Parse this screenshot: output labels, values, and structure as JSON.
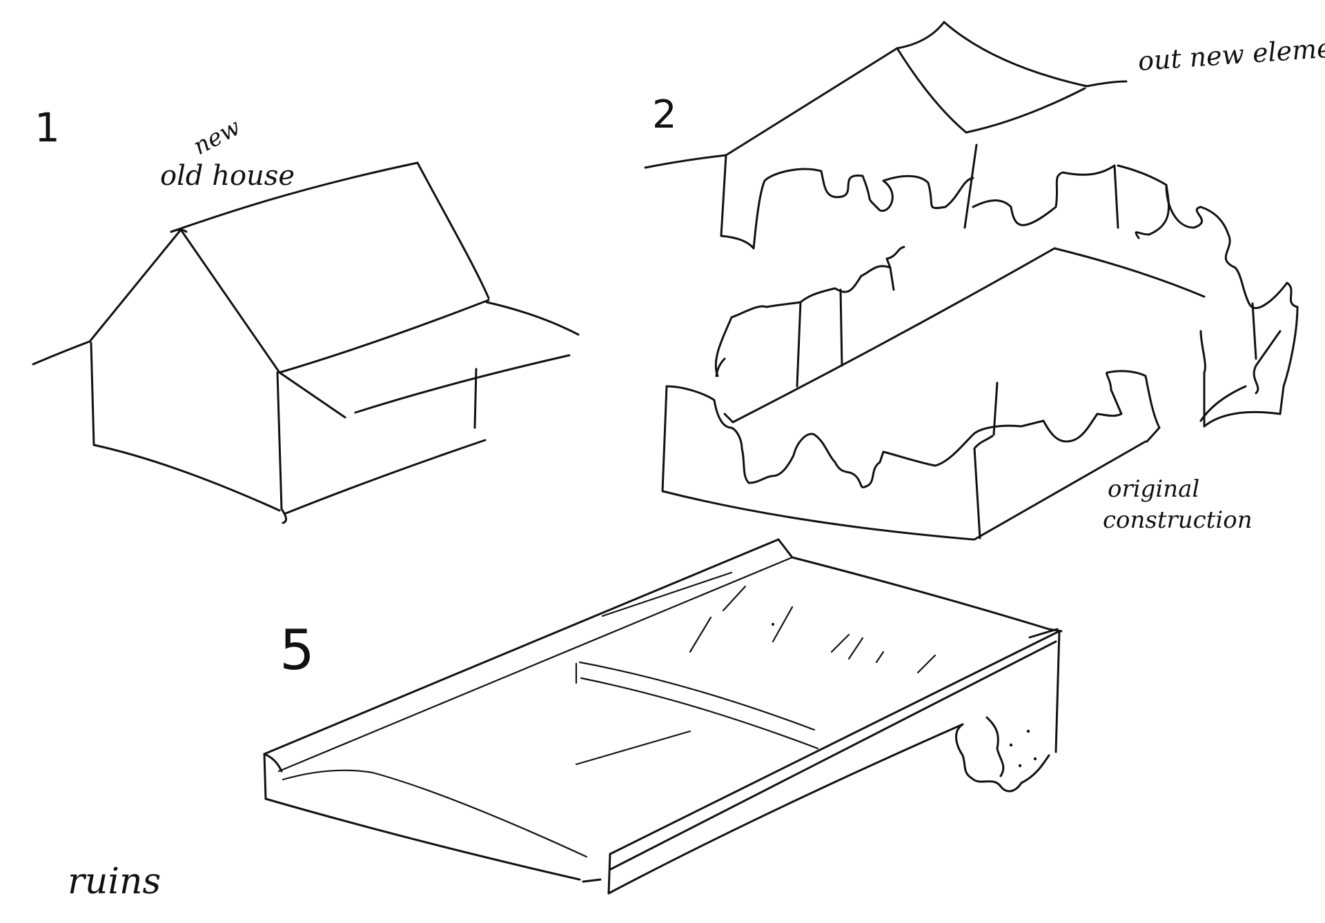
{
  "sketch_1": {
    "number": "1",
    "label_new": "new",
    "label_old_house": "old house"
  },
  "sketch_2": {
    "number": "2",
    "label_new_element": "out new eleme",
    "label_original_line1": "original",
    "label_original_line2": "construction"
  },
  "sketch_3": {
    "number": "5",
    "label_ruins": "ruins"
  },
  "ink_color": "#111111"
}
